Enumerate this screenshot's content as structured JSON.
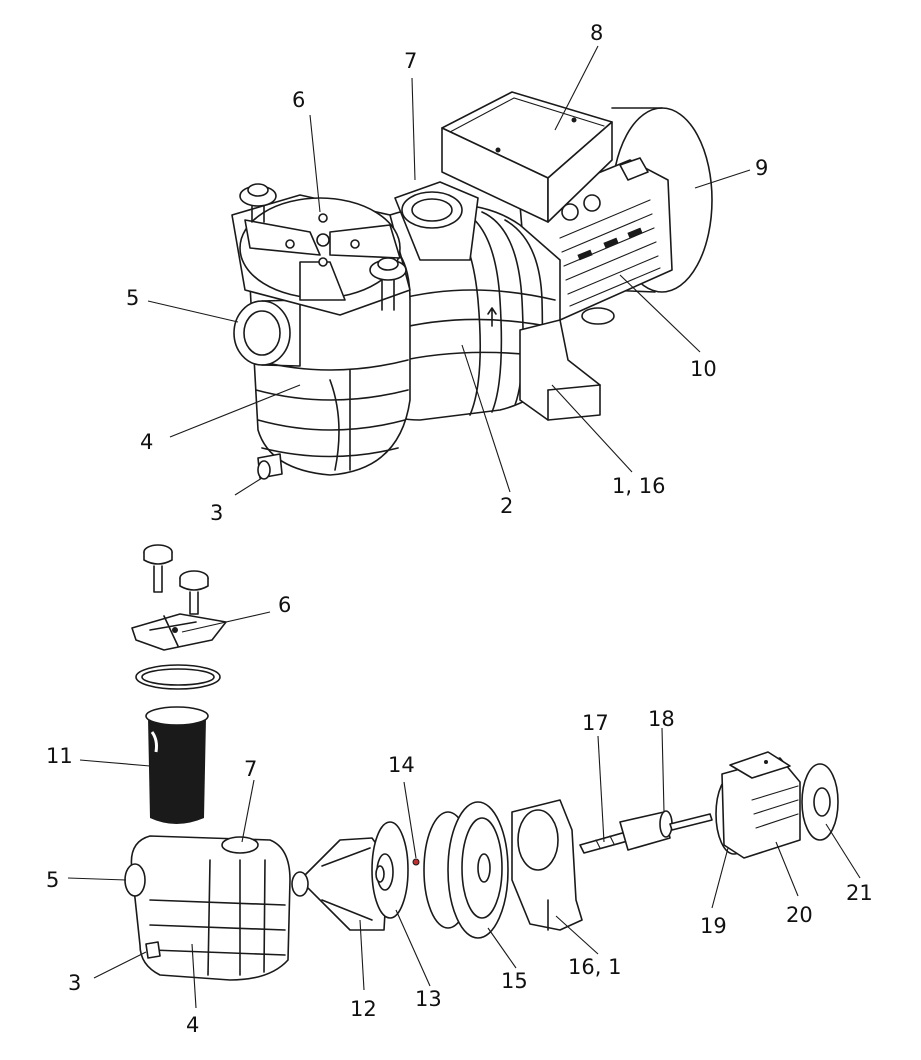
{
  "assembled_labels": {
    "l1": "1, 16",
    "l2": "2",
    "l3": "3",
    "l4": "4",
    "l5": "5",
    "l6": "6",
    "l7": "7",
    "l8": "8",
    "l9": "9",
    "l10": "10"
  },
  "exploded_labels": {
    "l3": "3",
    "l4": "4",
    "l5": "5",
    "l6": "6",
    "l7": "7",
    "l11": "11",
    "l12": "12",
    "l13": "13",
    "l14": "14",
    "l15": "15",
    "l16": "16, 1",
    "l17": "17",
    "l18": "18",
    "l19": "19",
    "l20": "20",
    "l21": "21"
  }
}
